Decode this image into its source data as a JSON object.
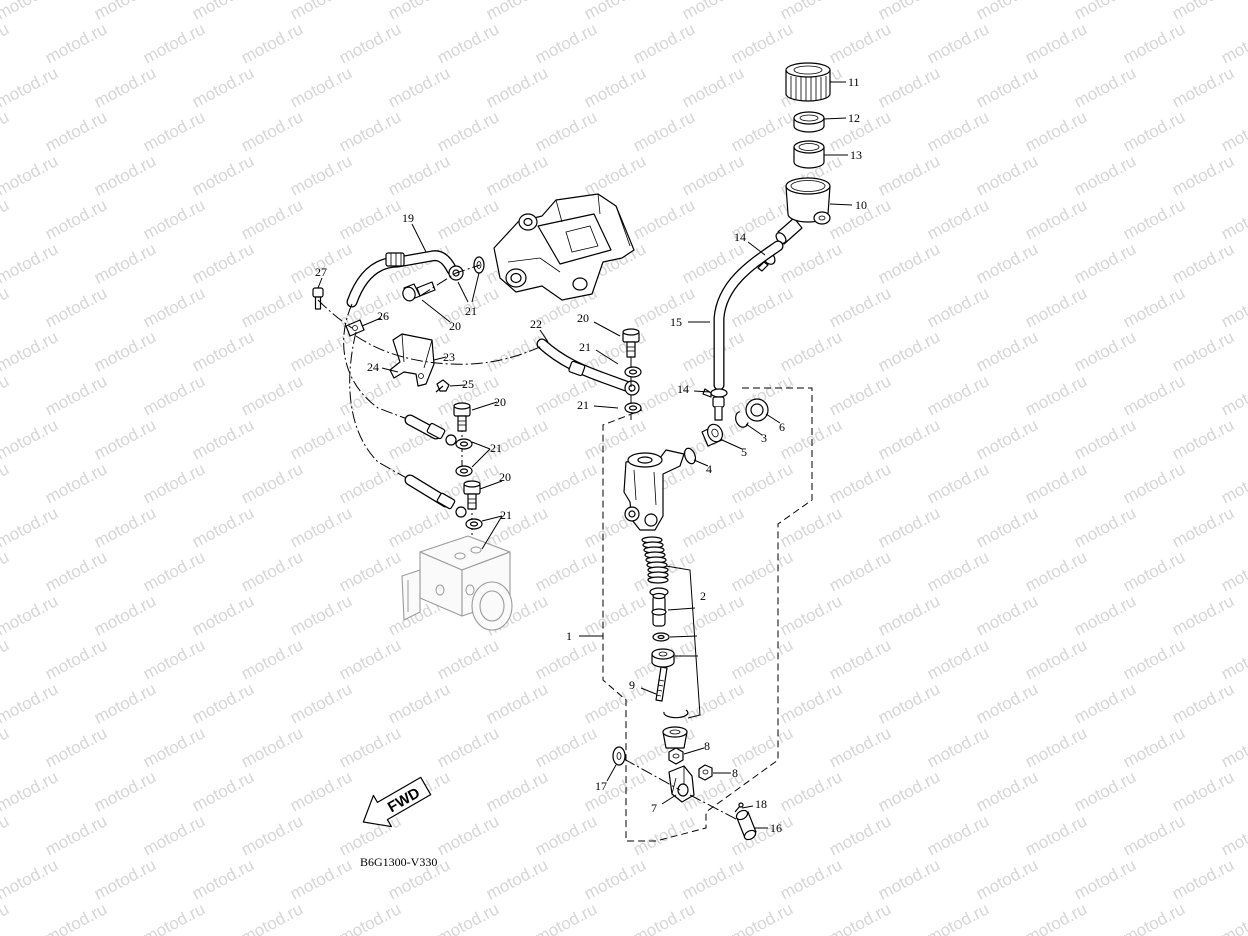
{
  "watermark": "motod.ru",
  "diagram": {
    "fwd_label": "FWD",
    "drawing_code": "B6G1300-V330"
  },
  "callouts": [
    "11",
    "12",
    "13",
    "10",
    "14",
    "19",
    "27",
    "15",
    "26",
    "21",
    "20",
    "22",
    "20",
    "21",
    "24",
    "23",
    "14",
    "25",
    "20",
    "21",
    "6",
    "3",
    "5",
    "4",
    "21",
    "20",
    "21",
    "2",
    "1",
    "9",
    "8",
    "8",
    "17",
    "18",
    "7",
    "16"
  ]
}
